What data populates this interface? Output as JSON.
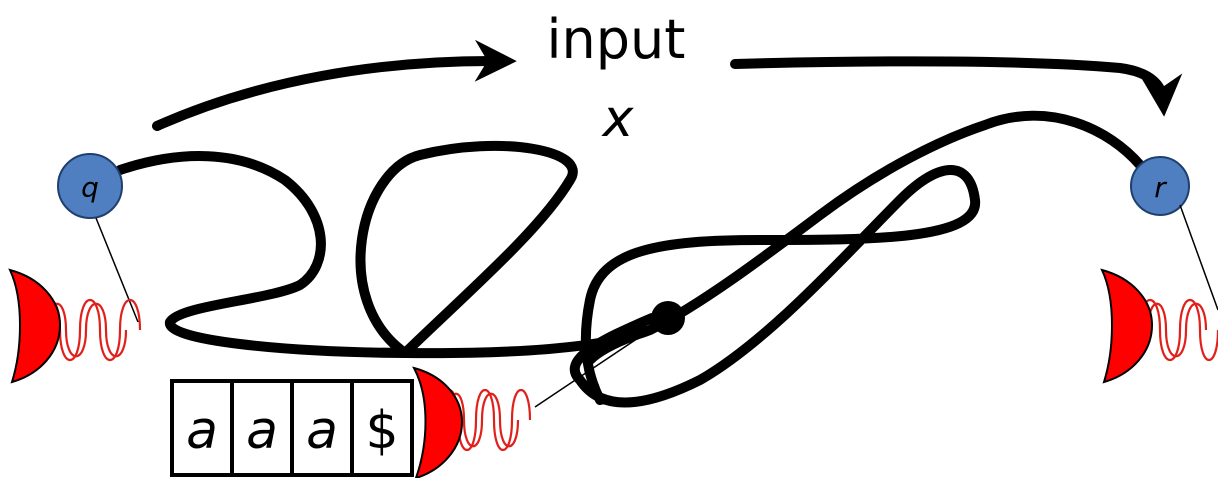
{
  "labels": {
    "input": "input",
    "x": "x"
  },
  "states": {
    "start": "q",
    "end": "r"
  },
  "tape": {
    "cells": [
      "a",
      "a",
      "a",
      "$"
    ],
    "italic": [
      true,
      true,
      true,
      false
    ]
  },
  "colors": {
    "state_fill": "#4f7fc0",
    "cup_fill": "#ff0000",
    "spring": "#e0201b",
    "stroke": "#000000"
  },
  "icons": {
    "start_clamp": "spring-clamp-icon",
    "end_clamp": "spring-clamp-icon",
    "head_clamp": "spring-clamp-icon"
  }
}
